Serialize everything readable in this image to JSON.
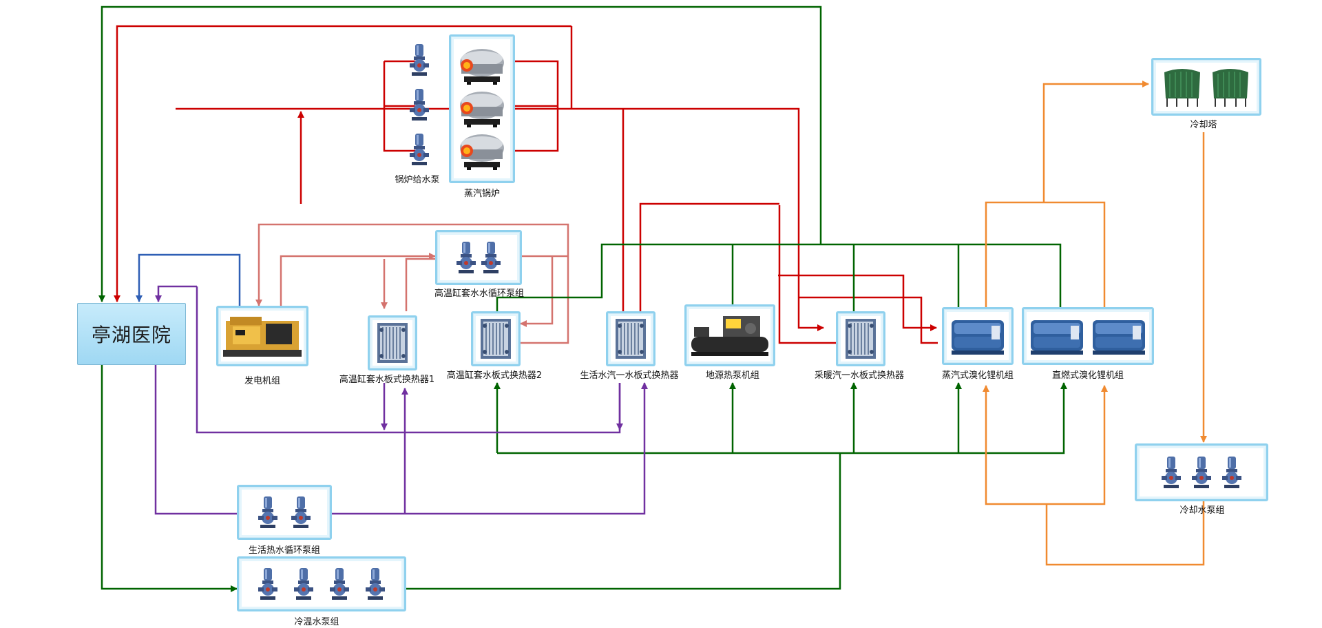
{
  "hospital": {
    "name": "亭湖医院"
  },
  "nodes": {
    "boiler_pump": {
      "label": "锅炉给水泵",
      "icon": "pump-icon"
    },
    "steam_boiler": {
      "label": "蒸汽锅炉",
      "icon": "boiler-icon"
    },
    "ht_pump": {
      "label": "高温缸套水水循环泵组",
      "icon": "pump-icon"
    },
    "generator": {
      "label": "发电机组",
      "icon": "generator-icon"
    },
    "hx1": {
      "label": "高温缸套水板式换热器1",
      "icon": "plate-exchanger-icon"
    },
    "hx2": {
      "label": "高温缸套水板式换热器2",
      "icon": "plate-exchanger-icon"
    },
    "hx_domestic": {
      "label": "生活水汽一水板式换热器",
      "icon": "plate-exchanger-icon"
    },
    "ground_source": {
      "label": "地源热泵机组",
      "icon": "heat-pump-icon"
    },
    "hx_heating": {
      "label": "采暖汽一水板式换热器",
      "icon": "plate-exchanger-icon"
    },
    "steam_chiller": {
      "label": "蒸汽式溴化锂机组",
      "icon": "absorption-chiller-icon"
    },
    "direct_chiller": {
      "label": "直燃式溴化锂机组",
      "icon": "absorption-chiller-icon"
    },
    "cooling_tower": {
      "label": "冷却塔",
      "icon": "cooling-tower-icon"
    },
    "cooling_pump": {
      "label": "冷却水泵组",
      "icon": "pump-icon"
    },
    "dhw_pump": {
      "label": "生活热水循环泵组",
      "icon": "pump-icon"
    },
    "chw_pump": {
      "label": "冷温水泵组",
      "icon": "pump-icon"
    }
  },
  "colors": {
    "steam": "#cc0000",
    "jacket_water": "#d4736e",
    "chilled_water": "#006400",
    "hot_water": "#7030a0",
    "cooling_water": "#f08a30",
    "generator_return": "#2f5fb5"
  }
}
